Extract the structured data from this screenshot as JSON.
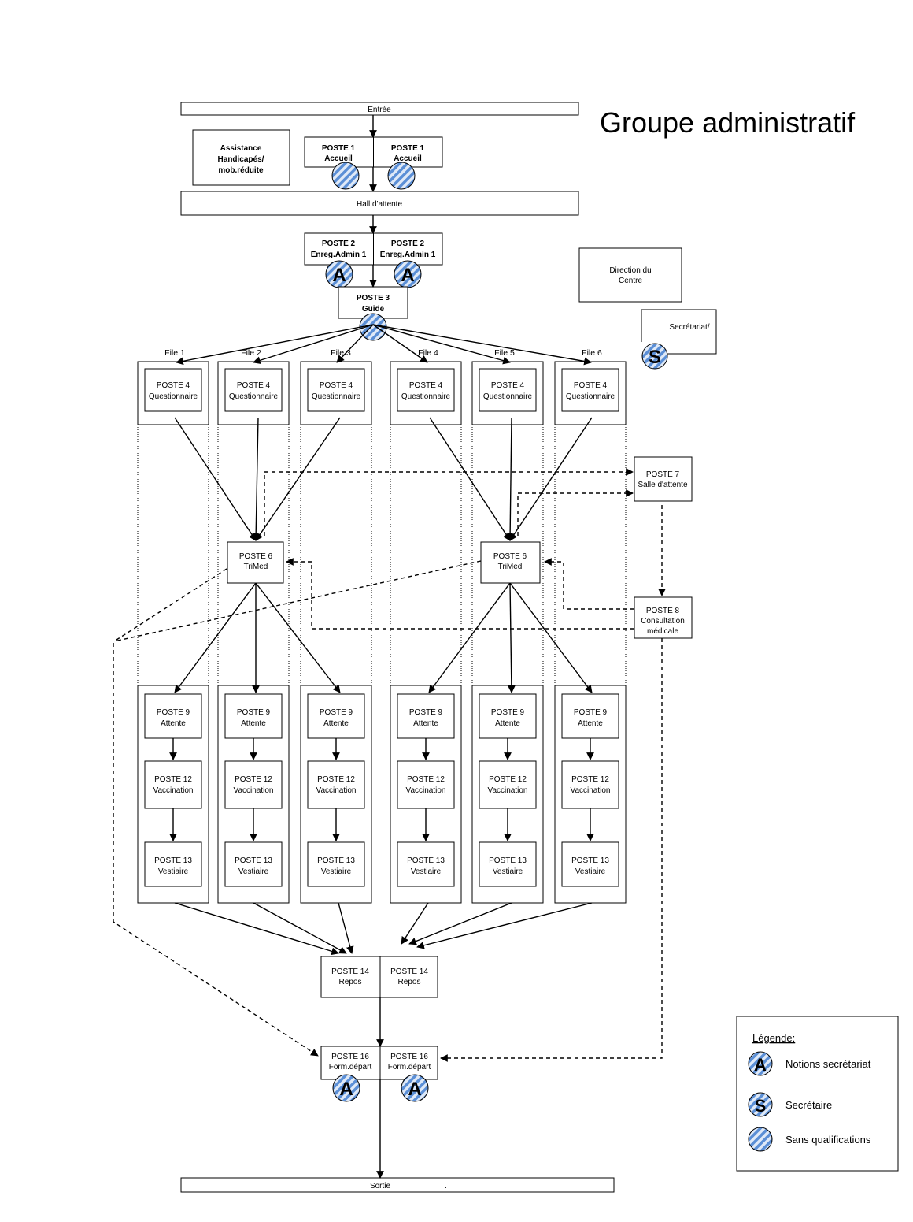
{
  "title": "Groupe administratif",
  "entree": "Entrée",
  "hall": "Hall d'attente",
  "sortie": "Sortie",
  "sortie_dot": ".",
  "assistance": [
    "Assistance",
    "Handicapés/",
    "mob.réduite"
  ],
  "poste1": [
    "POSTE 1",
    "Accueil"
  ],
  "poste2": [
    "POSTE 2",
    "Enreg.Admin 1"
  ],
  "poste3": [
    "POSTE 3",
    "Guide"
  ],
  "direction": [
    "Direction du",
    "Centre"
  ],
  "secretariat": "Secrétariat/",
  "files": [
    "File 1",
    "File  2",
    "File 3",
    "File 4",
    "File  5",
    "File 6"
  ],
  "poste4": [
    "POSTE 4",
    "Questionnaire"
  ],
  "poste6": [
    "POSTE 6",
    "TriMed"
  ],
  "poste7": [
    "POSTE 7",
    "Salle d'attente"
  ],
  "poste8": [
    "POSTE 8",
    "Consultation",
    "médicale"
  ],
  "poste9": [
    "POSTE 9",
    "Attente"
  ],
  "poste12": [
    "POSTE 12",
    "Vaccination"
  ],
  "poste13": [
    "POSTE 13",
    "Vestiaire"
  ],
  "poste14": [
    "POSTE 14",
    "Repos"
  ],
  "poste16": [
    "POSTE 16",
    "Form.départ"
  ],
  "badge_a": "A",
  "badge_s": "S",
  "legend": {
    "title": "Légende:",
    "items": [
      "Notions secrétariat",
      "Secrétaire",
      "Sans qualifications"
    ]
  },
  "colors": {
    "hatch_blue": "#5b8fd6",
    "hatch_light": "#dfe9f7"
  }
}
